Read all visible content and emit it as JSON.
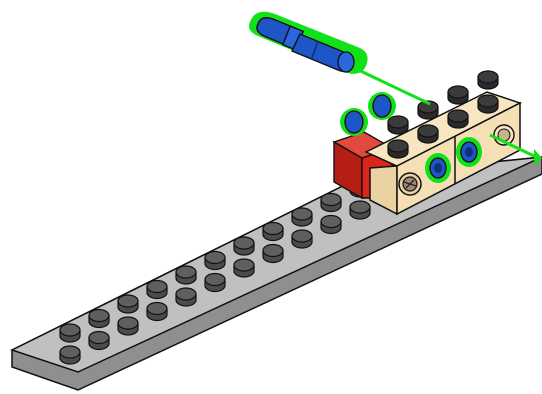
{
  "scene": {
    "background": "#ffffff",
    "colors": {
      "plate_top": "#bdbdbd",
      "plate_side": "#8e8e8e",
      "brick_tan": "#f5dfb4",
      "brick_tan_side": "#e8cc98",
      "brick_red": "#d8261b",
      "brick_red_side": "#b41e15",
      "pin_blue": "#1e56c7",
      "highlight_green": "#12e11a",
      "outline": "#111111"
    },
    "objects": [
      {
        "name": "long-gray-plate",
        "type": "plate",
        "color": "gray",
        "stud_rows": 2,
        "stud_cols": 12
      },
      {
        "name": "tan-technic-brick-front",
        "type": "technic-brick",
        "color": "tan",
        "holes": 2
      },
      {
        "name": "tan-technic-brick-back",
        "type": "technic-brick",
        "color": "tan",
        "holes": 2
      },
      {
        "name": "red-brick",
        "type": "brick",
        "color": "red"
      },
      {
        "name": "floating-blue-pin",
        "type": "technic-pin",
        "color": "blue",
        "state": "highlighted"
      },
      {
        "name": "inserted-blue-pins",
        "type": "technic-pin",
        "color": "blue",
        "state": "highlighted"
      },
      {
        "name": "assembly-guide-line",
        "type": "guide-line",
        "color": "green"
      }
    ]
  }
}
